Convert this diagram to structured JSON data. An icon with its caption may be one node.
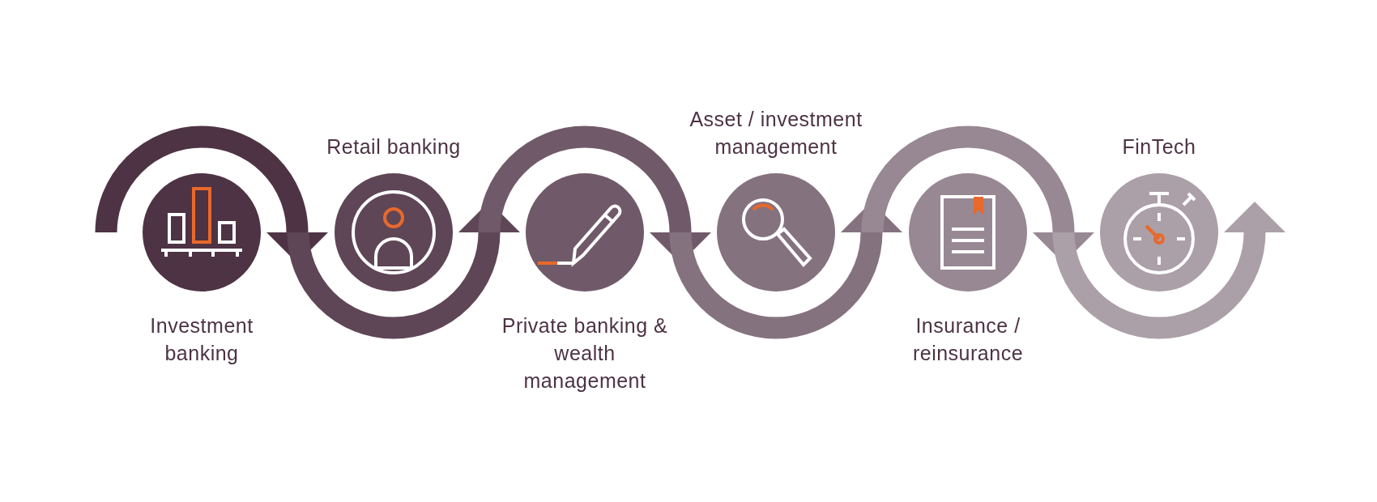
{
  "diagram": {
    "nodes": [
      {
        "text": [
          "Investment banking"
        ]
      },
      {
        "text": [
          "Retail banking"
        ]
      },
      {
        "text": [
          "Private banking & wealth management"
        ]
      },
      {
        "text": [
          "Asset / investment management"
        ]
      },
      {
        "text": [
          "Insurance / reinsurance"
        ]
      },
      {
        "text": [
          "FinTech"
        ]
      }
    ]
  }
}
